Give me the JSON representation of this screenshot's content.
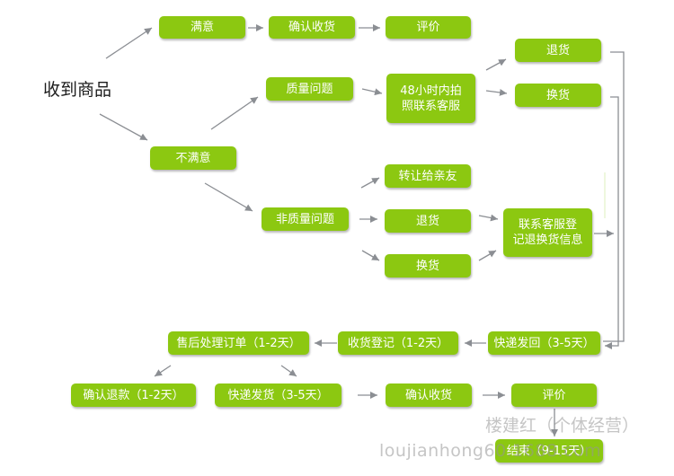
{
  "colors": {
    "node": "#8cc811",
    "arrow": "#8b8e93",
    "text": "#ffffff",
    "start_text": "#1c1c1c",
    "watermark": "#9a9a9a"
  },
  "start": {
    "label": "收到商品"
  },
  "nodes": {
    "satisfied": "满意",
    "confirm_receipt_top": "确认收货",
    "review_top": "评价",
    "unsatisfied": "不满意",
    "quality_issue": "质量问题",
    "contact_48h": "48小时内拍\n照联系客服",
    "return_top": "退货",
    "exchange_top": "换货",
    "gift_to_friends": "转让给亲友",
    "non_quality_issue": "非质量问题",
    "return_mid": "退货",
    "exchange_mid": "换货",
    "contact_register": "联系客服登\n记退换货信息",
    "express_back": "快递发回（3-5天）",
    "receipt_register": "收货登记（1-2天）",
    "aftersale_order": "售后处理订单（1-2天）",
    "confirm_refund": "确认退款（1-2天）",
    "express_ship": "快递发货（3-5天）",
    "confirm_receipt_bottom": "确认收货",
    "review_bottom": "评价",
    "end": "结束（9-15天）"
  },
  "watermark": {
    "line1": "楼建红（个体经营）",
    "line2": "loujianhong60.1688.com"
  }
}
